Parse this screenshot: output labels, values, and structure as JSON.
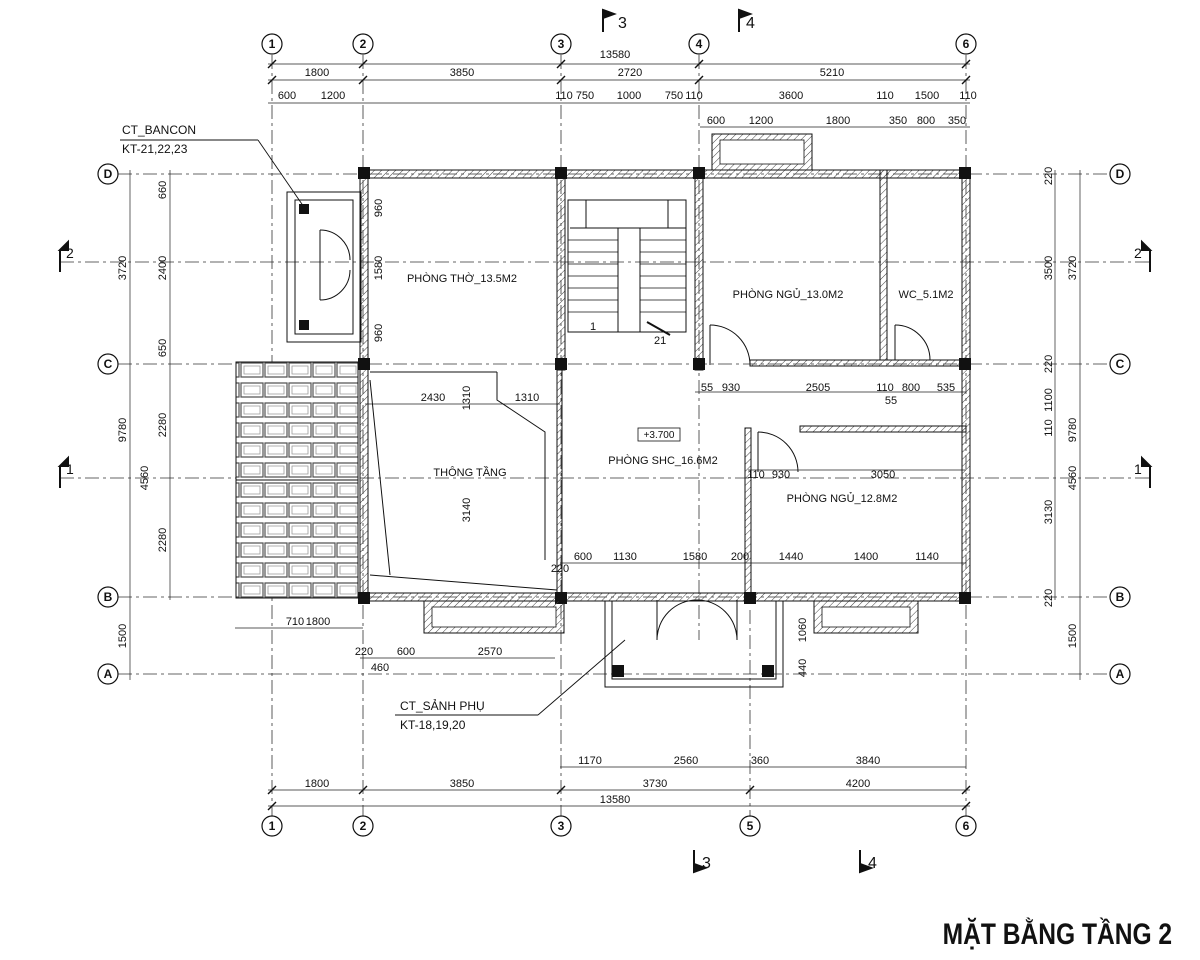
{
  "title": "MẶT BẰNG TẦNG 2",
  "grid_cols": [
    "1",
    "2",
    "3",
    "4",
    "6",
    "5"
  ],
  "grid_rows": [
    "D",
    "C",
    "B",
    "A"
  ],
  "section_marks": {
    "s1": "1",
    "s2": "2",
    "s3": "3",
    "s4": "4"
  },
  "rooms": {
    "phong_tho": "PHÒNG THỜ_13.5M2",
    "phong_ngu_1": "PHÒNG NGỦ_13.0M2",
    "wc": "WC_5.1M2",
    "thong_tang": "THÔNG TẦNG",
    "phong_shc": "PHÒNG SHC_16.6M2",
    "phong_ngu_2": "PHÒNG NGỦ_12.8M2"
  },
  "level_mark": "+3.700",
  "stair_marks": {
    "up": "1",
    "down": "21"
  },
  "callouts": {
    "bancon_title": "CT_BANCON",
    "bancon_ref": "KT-21,22,23",
    "sanh_title": "CT_SẢNH PHỤ",
    "sanh_ref": "KT-18,19,20"
  },
  "dims": {
    "top_total": "13580",
    "top_1": [
      "1800",
      "3850",
      "2720",
      "5210"
    ],
    "top_2": [
      "600",
      "1200",
      "110",
      "750",
      "1000",
      "750",
      "110",
      "3600",
      "110",
      "1500",
      "110"
    ],
    "top_3": [
      "600",
      "1200",
      "1800",
      "350",
      "800",
      "350"
    ],
    "bottom_1": [
      "1170",
      "2560",
      "360",
      "3840"
    ],
    "bottom_2": [
      "1800",
      "3850",
      "3730",
      "4200"
    ],
    "bottom_total": "13580",
    "left_outer": [
      "3720",
      "9780",
      "1500"
    ],
    "left_inner": [
      "660",
      "2400",
      "650",
      "2280",
      "4560",
      "2280"
    ],
    "right_outer": [
      "3720",
      "9780",
      "1500"
    ],
    "right_inner": [
      "220",
      "3500",
      "220",
      "1100",
      "110",
      "4560",
      "3130",
      "220"
    ],
    "inner_a": [
      "960",
      "1580",
      "960"
    ],
    "inner_b": [
      "2430",
      "1310",
      "1310",
      "3140"
    ],
    "inner_c": [
      "55",
      "930",
      "2505",
      "110",
      "800",
      "535",
      "55"
    ],
    "inner_d": [
      "110",
      "930",
      "3050"
    ],
    "inner_e": [
      "600",
      "1130",
      "1580",
      "200",
      "1440",
      "1400",
      "1140",
      "220"
    ],
    "inner_f": [
      "710",
      "1800",
      "220",
      "600",
      "2570",
      "460",
      "1060",
      "440"
    ]
  }
}
